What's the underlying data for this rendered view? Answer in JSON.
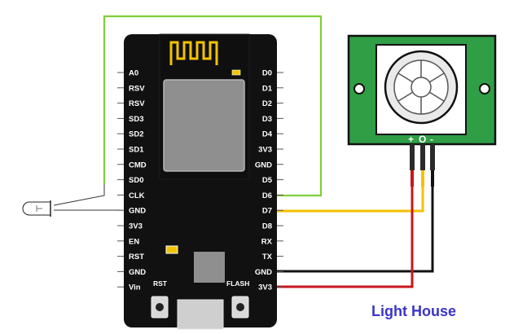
{
  "board": {
    "left_pins": [
      "A0",
      "RSV",
      "RSV",
      "SD3",
      "SD2",
      "SD1",
      "CMD",
      "SD0",
      "CLK",
      "GND",
      "3V3",
      "EN",
      "RST",
      "GND",
      "Vin"
    ],
    "right_pins": [
      "D0",
      "D1",
      "D2",
      "D3",
      "D4",
      "3V3",
      "GND",
      "D5",
      "D6",
      "D7",
      "D8",
      "RX",
      "TX",
      "GND",
      "3V3"
    ],
    "rst_label": "RST",
    "flash_label": "FLASH"
  },
  "sensor": {
    "pin_plus": "+",
    "pin_out": "O",
    "pin_minus": "-"
  },
  "caption": "Light House",
  "colors": {
    "board": "#111111",
    "module_shield": "#8f8f8f",
    "antenna": "#f2c300",
    "sensor_pcb": "#2f9e45",
    "wire_green": "#7fcf3a",
    "wire_yellow": "#f5c000",
    "wire_black": "#111111",
    "wire_red": "#c9161b",
    "caption": "#3a34c9"
  }
}
